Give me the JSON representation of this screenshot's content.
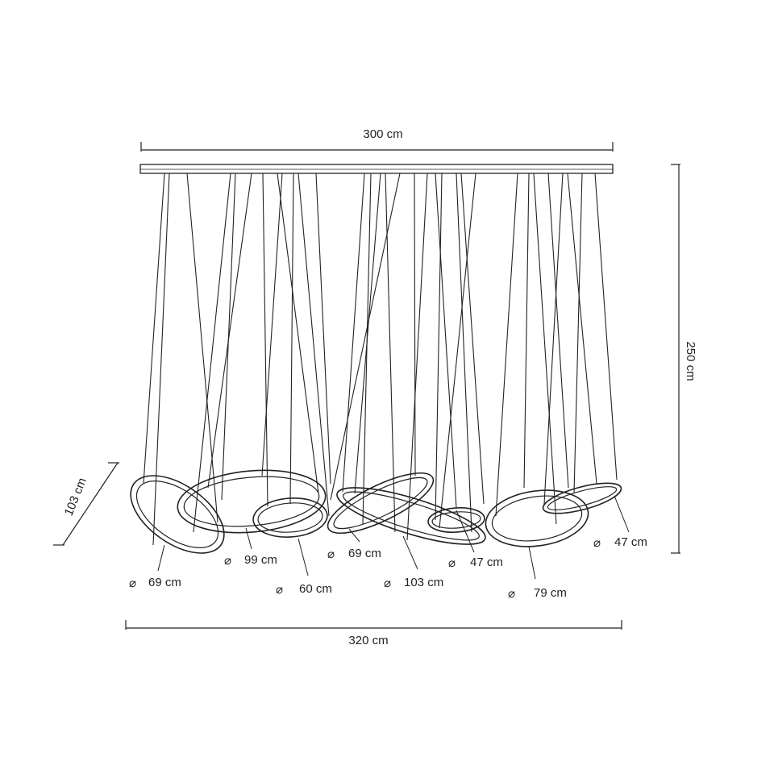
{
  "dimensions": {
    "canopy_width": "300 cm",
    "total_height": "250 cm",
    "depth": "103 cm",
    "total_width": "320 cm"
  },
  "diameter_symbol": "⌀",
  "rings": [
    {
      "id": "ring-1",
      "diameter": "69 cm"
    },
    {
      "id": "ring-2",
      "diameter": "99 cm"
    },
    {
      "id": "ring-3",
      "diameter": "60 cm"
    },
    {
      "id": "ring-4",
      "diameter": "69 cm"
    },
    {
      "id": "ring-5",
      "diameter": "103 cm"
    },
    {
      "id": "ring-6",
      "diameter": "47 cm"
    },
    {
      "id": "ring-7",
      "diameter": "79 cm"
    },
    {
      "id": "ring-8",
      "diameter": "47 cm"
    }
  ],
  "colors": {
    "line": "#222222",
    "background": "#ffffff"
  }
}
